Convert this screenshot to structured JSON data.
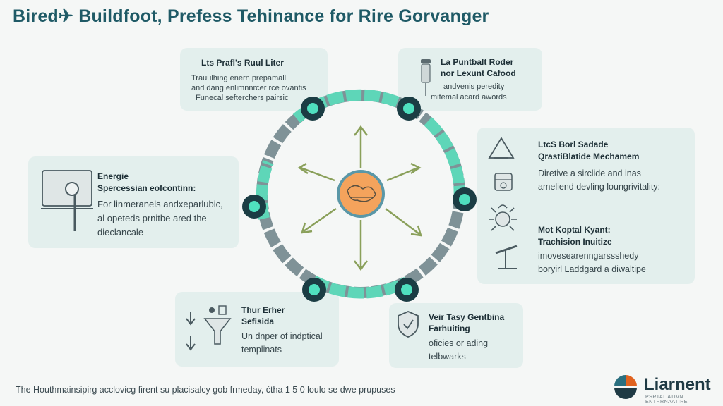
{
  "title": "Bired✈ Buildfoot, Prefess Tehinance for Rire Gorvanger",
  "cards": {
    "top_left": {
      "heading": "Lts Prafl's Ruul Liter",
      "lines": [
        "Trauulhing enern prepamall",
        "and dang enlimnnrcer rce ovantis",
        "Funecal sefterchers pairsic"
      ]
    },
    "top_right": {
      "heading_lines": [
        "La Puntbalt Roder",
        "nor Lexunt Cafood"
      ],
      "lines": [
        "andvenis peredity",
        "mitemal acard awords"
      ]
    },
    "right": {
      "block1": {
        "heading_lines": [
          "LtcS Borl Sadade",
          "QrastiBlatide Mechamem"
        ],
        "lines": [
          "Diretive a sirclide and inas",
          "ameliend devling loungrivitality:"
        ]
      },
      "block2": {
        "heading_lines": [
          "Mot Koptal Kyant:",
          "Trachision Inuitize"
        ],
        "lines": [
          "imovesearenngarssshedy",
          "boryirl Laddgard a diwaltipe"
        ]
      }
    },
    "left": {
      "heading_lines": [
        "Energie",
        "Spercessian eofcontinn:"
      ],
      "lines": [
        "For linmeranels andxeparlubic,",
        "al opeteds prnitbe ared the",
        "dieclancale"
      ]
    },
    "bottom_left": {
      "heading_lines": [
        "Thur Erher",
        "Sefisida"
      ],
      "lines": [
        "Un dnper of indptical",
        "templinats"
      ]
    },
    "bottom_right": {
      "heading_lines": [
        "Veir Tasy Gentbina",
        "Farhuiting"
      ],
      "lines": [
        "oficies or ading",
        "telbwarks"
      ]
    }
  },
  "footer": "The Houthmainsipirg acclovicg firent su placisalcy gob frmeday, ćtha 1 5 0 loulo se dwe prupuses",
  "brand": {
    "name": "Liarnent",
    "tagline": "PSRTAL ATIVN ENTRRNAATIRE"
  },
  "colors": {
    "title": "#1f5a66",
    "card": "#e3efed",
    "ring_teal": "#5ed6b8",
    "ring_gray": "#7f9297",
    "dot": "#1b3d44",
    "dot_inner": "#4fe0bf",
    "arrow": "#8aa05a",
    "hub": "#f4a35c",
    "hub_ring": "#5a97a7"
  },
  "icons": [
    "monitor-magnifier-icon",
    "tube-icon",
    "warning-triangle-icon",
    "calculator-icon",
    "gear-bug-icon",
    "telescope-icon",
    "arrows-down-icon",
    "funnel-icon",
    "shield-icon",
    "handshake-icon",
    "brand-logo-icon"
  ]
}
